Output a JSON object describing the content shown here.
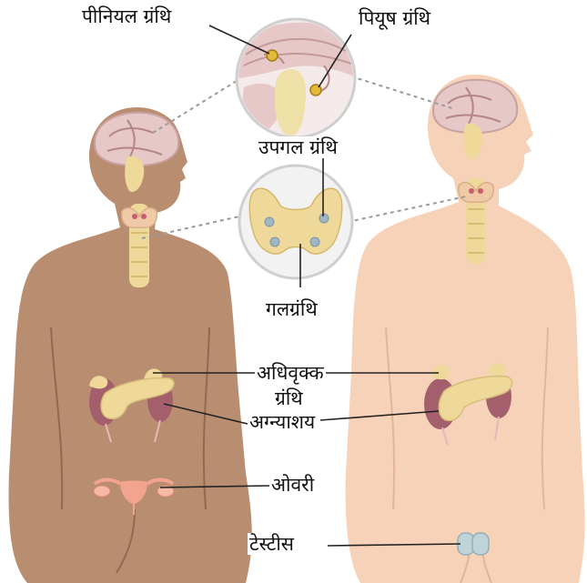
{
  "labels": {
    "pineal": "पीनियल ग्रंथि",
    "pituitary": "पियूष ग्रंथि",
    "parathyroid": "उपगल ग्रंथि",
    "thyroid": "गलग्रंथि",
    "adrenal_line1": "अधिवृक्क",
    "adrenal_line2": "ग्रंथि",
    "pancreas": "अग्न्याशय",
    "ovary": "ओवरी",
    "testes": "टेस्टीस"
  },
  "colors": {
    "female_skin": "#b98e70",
    "male_skin": "#f6d2b8",
    "brain": "#e7c8c8",
    "gland": "#efd99a",
    "kidney": "#a45f6c",
    "ovary": "#f3a48e",
    "thyroid_dot": "#9fb6c4"
  }
}
